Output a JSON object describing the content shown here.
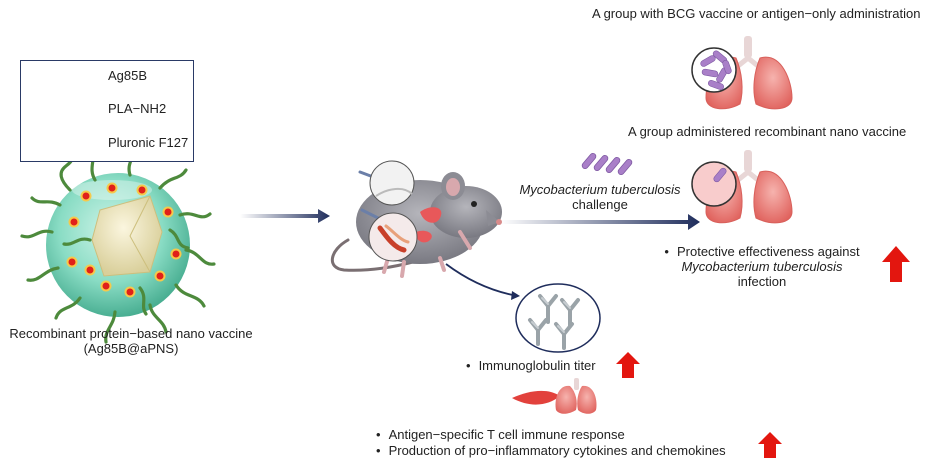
{
  "legend": {
    "items": [
      {
        "label": "Ag85B",
        "icon": "antigen-dot-icon",
        "color": "#e0201a"
      },
      {
        "label": "PLA−NH2",
        "icon": "pla-nh2-chain-icon",
        "color": "#e6dc6a"
      },
      {
        "label": "Pluronic F127",
        "icon": "pluronic-chain-icon",
        "color": "#4d8a3c"
      }
    ]
  },
  "vaccine": {
    "caption_line1": "Recombinant protein−based nano vaccine",
    "caption_line2": "(Ag85B@aPNS)"
  },
  "groups": {
    "bcg_label": "A group with BCG vaccine or antigen−only administration",
    "nano_label": "A group administered recombinant nano vaccine"
  },
  "challenge": {
    "organism": "Mycobacterium tuberculosis",
    "word": "challenge"
  },
  "protection": {
    "line1": "Protective effectiveness against",
    "line2": "Mycobacterium tuberculosis",
    "line3": "infection"
  },
  "immune": {
    "immunoglobulin": "Immunoglobulin titer",
    "tcell": "Antigen−specific T cell immune response",
    "cytokines": "Production of pro−inflammatory cytokines and chemokines"
  },
  "colors": {
    "arrow_navy": "#1f2d5c",
    "up_arrow_red": "#e3160f",
    "lung_pink": "#ef8a86",
    "bacteria_purple": "#a97fc8",
    "mouse_gray": "#8c8c94",
    "nanoparticle_teal": "#6fd4b8"
  }
}
